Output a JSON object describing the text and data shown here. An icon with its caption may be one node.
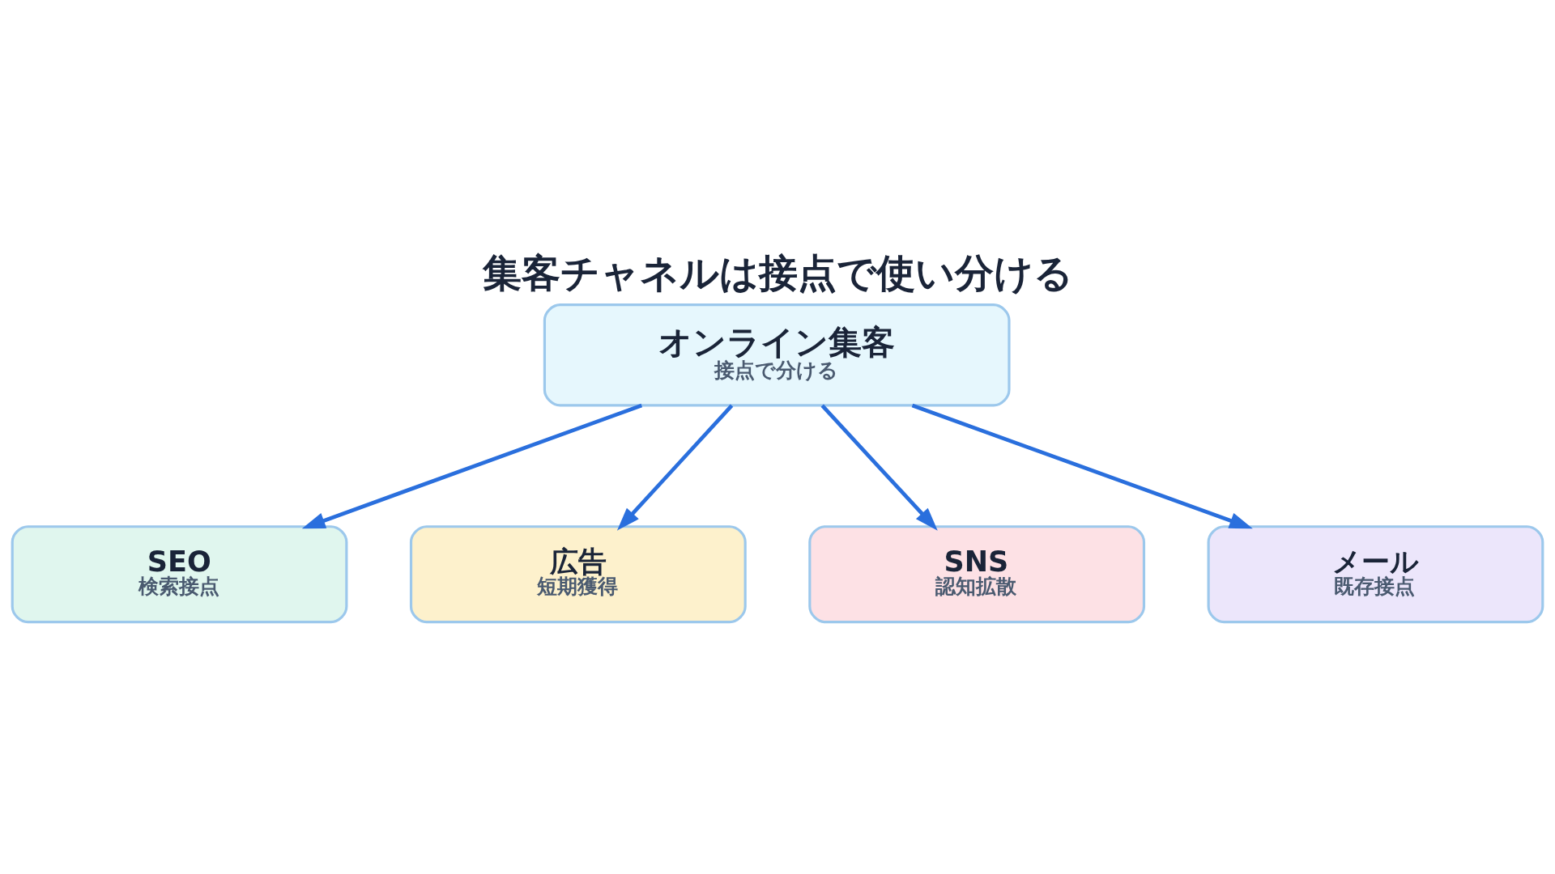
{
  "diagram": {
    "title": "集客チャネルは接点で使い分ける",
    "nodes": [
      {
        "text": [
          "オンライン集客",
          "接点で分ける"
        ]
      },
      {
        "text": [
          "SEO",
          "検索接点"
        ]
      },
      {
        "text": [
          "広告",
          "短期獲得"
        ]
      },
      {
        "text": [
          "SNS",
          "認知拡散"
        ]
      },
      {
        "text": [
          "メール",
          "既存接点"
        ]
      }
    ],
    "edges": [
      {
        "from": 0,
        "to": 1,
        "arrow": "to"
      },
      {
        "from": 0,
        "to": 2,
        "arrow": "to"
      },
      {
        "from": 0,
        "to": 3,
        "arrow": "to"
      },
      {
        "from": 0,
        "to": 4,
        "arrow": "to"
      }
    ]
  }
}
